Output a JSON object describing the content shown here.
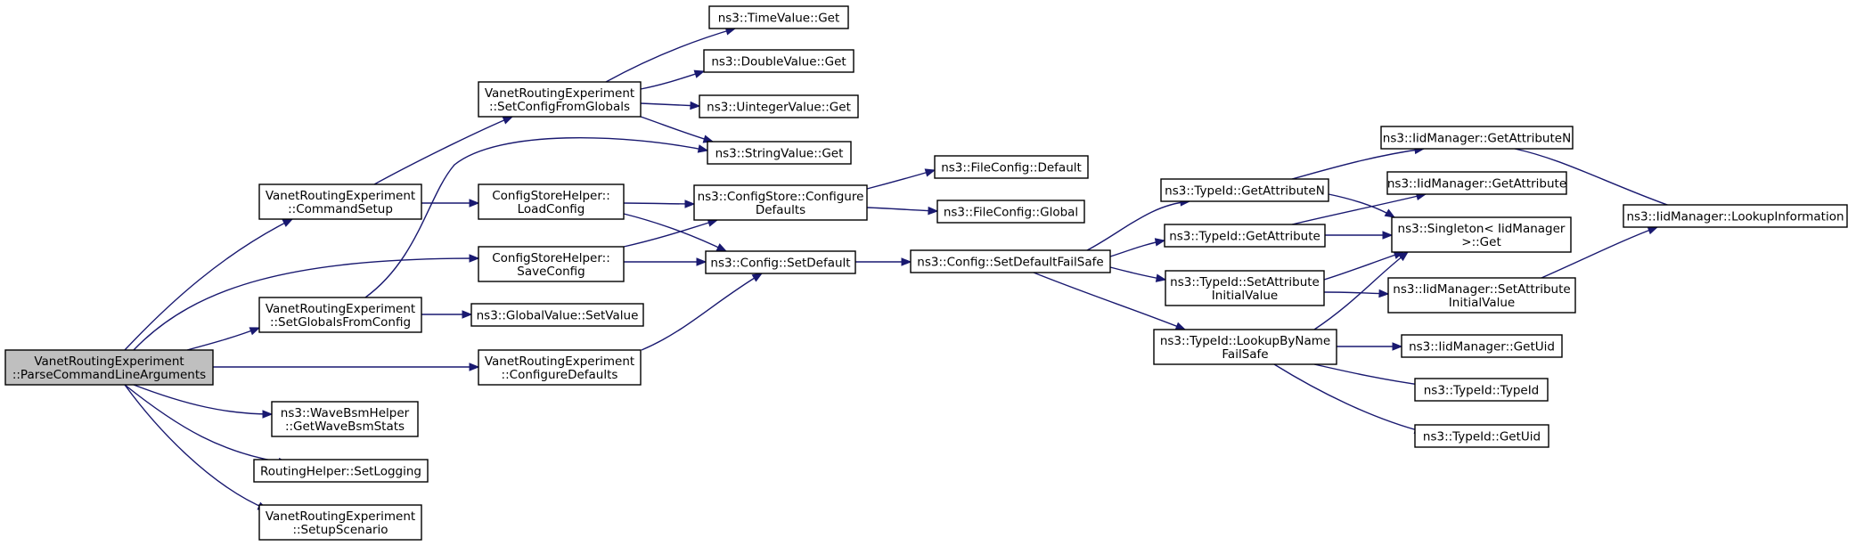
{
  "graph": {
    "colors": {
      "edge": "#191970",
      "root_fill": "#bfbfbf",
      "node_fill": "#ffffff",
      "border": "#000000"
    },
    "nodes": {
      "root": [
        "VanetRoutingExperiment",
        "::ParseCommandLineArguments"
      ],
      "commandSetup": [
        "VanetRoutingExperiment",
        "::CommandSetup"
      ],
      "setGlobalsFromConfig": [
        "VanetRoutingExperiment",
        "::SetGlobalsFromConfig"
      ],
      "getWaveBsmStats": [
        "ns3::WaveBsmHelper",
        "::GetWaveBsmStats"
      ],
      "setLogging": [
        "RoutingHelper::SetLogging"
      ],
      "setupScenario": [
        "VanetRoutingExperiment",
        "::SetupScenario"
      ],
      "setConfigFromGlobals": [
        "VanetRoutingExperiment",
        "::SetConfigFromGlobals"
      ],
      "loadConfig": [
        "ConfigStoreHelper::",
        "LoadConfig"
      ],
      "saveConfig": [
        "ConfigStoreHelper::",
        "SaveConfig"
      ],
      "globalValueSetValue": [
        "ns3::GlobalValue::SetValue"
      ],
      "configureDefaults": [
        "VanetRoutingExperiment",
        "::ConfigureDefaults"
      ],
      "timeValueGet": [
        "ns3::TimeValue::Get"
      ],
      "doubleValueGet": [
        "ns3::DoubleValue::Get"
      ],
      "uintegerValueGet": [
        "ns3::UintegerValue::Get"
      ],
      "stringValueGet": [
        "ns3::StringValue::Get"
      ],
      "configStoreConfigure": [
        "ns3::ConfigStore::Configure",
        "Defaults"
      ],
      "configSetDefault": [
        "ns3::Config::SetDefault"
      ],
      "fileConfigDefault": [
        "ns3::FileConfig::Default"
      ],
      "fileConfigGlobal": [
        "ns3::FileConfig::Global"
      ],
      "setDefaultFailSafe": [
        "ns3::Config::SetDefaultFailSafe"
      ],
      "getAttributeN": [
        "ns3::TypeId::GetAttributeN"
      ],
      "getAttribute": [
        "ns3::TypeId::GetAttribute"
      ],
      "setAttributeInitialValue": [
        "ns3::TypeId::SetAttribute",
        "InitialValue"
      ],
      "lookupByNameFailSafe": [
        "ns3::TypeId::LookupByName",
        "FailSafe"
      ],
      "iidGetAttributeN": [
        "ns3::IidManager::GetAttributeN"
      ],
      "iidGetAttribute": [
        "ns3::IidManager::GetAttribute"
      ],
      "singletonGet": [
        "ns3::Singleton< IidManager",
        ">::Get"
      ],
      "iidSetAttributeInitialValue": [
        "ns3::IidManager::SetAttribute",
        "InitialValue"
      ],
      "iidGetUid": [
        "ns3::IidManager::GetUid"
      ],
      "typeIdTypeId": [
        "ns3::TypeId::TypeId"
      ],
      "typeIdGetUid": [
        "ns3::TypeId::GetUid"
      ],
      "iidLookupInformation": [
        "ns3::IidManager::LookupInformation"
      ]
    },
    "edges": [
      [
        "root",
        "commandSetup"
      ],
      [
        "root",
        "saveConfig"
      ],
      [
        "root",
        "setGlobalsFromConfig"
      ],
      [
        "root",
        "configureDefaults"
      ],
      [
        "root",
        "getWaveBsmStats"
      ],
      [
        "root",
        "setLogging"
      ],
      [
        "root",
        "setupScenario"
      ],
      [
        "commandSetup",
        "setConfigFromGlobals"
      ],
      [
        "commandSetup",
        "loadConfig"
      ],
      [
        "setGlobalsFromConfig",
        "stringValueGet"
      ],
      [
        "setGlobalsFromConfig",
        "globalValueSetValue"
      ],
      [
        "setConfigFromGlobals",
        "timeValueGet"
      ],
      [
        "setConfigFromGlobals",
        "doubleValueGet"
      ],
      [
        "setConfigFromGlobals",
        "uintegerValueGet"
      ],
      [
        "setConfigFromGlobals",
        "stringValueGet"
      ],
      [
        "loadConfig",
        "configStoreConfigure"
      ],
      [
        "loadConfig",
        "configSetDefault"
      ],
      [
        "saveConfig",
        "configStoreConfigure"
      ],
      [
        "saveConfig",
        "configSetDefault"
      ],
      [
        "configureDefaults",
        "configSetDefault"
      ],
      [
        "configStoreConfigure",
        "fileConfigDefault"
      ],
      [
        "configStoreConfigure",
        "fileConfigGlobal"
      ],
      [
        "configSetDefault",
        "setDefaultFailSafe"
      ],
      [
        "setDefaultFailSafe",
        "getAttributeN"
      ],
      [
        "setDefaultFailSafe",
        "getAttribute"
      ],
      [
        "setDefaultFailSafe",
        "setAttributeInitialValue"
      ],
      [
        "setDefaultFailSafe",
        "lookupByNameFailSafe"
      ],
      [
        "getAttributeN",
        "iidGetAttributeN"
      ],
      [
        "getAttributeN",
        "singletonGet"
      ],
      [
        "getAttribute",
        "iidGetAttribute"
      ],
      [
        "getAttribute",
        "singletonGet"
      ],
      [
        "setAttributeInitialValue",
        "singletonGet"
      ],
      [
        "setAttributeInitialValue",
        "iidSetAttributeInitialValue"
      ],
      [
        "lookupByNameFailSafe",
        "singletonGet"
      ],
      [
        "lookupByNameFailSafe",
        "iidGetUid"
      ],
      [
        "lookupByNameFailSafe",
        "typeIdTypeId"
      ],
      [
        "lookupByNameFailSafe",
        "typeIdGetUid"
      ],
      [
        "iidGetAttributeN",
        "iidLookupInformation"
      ],
      [
        "iidSetAttributeInitialValue",
        "iidLookupInformation"
      ]
    ]
  }
}
